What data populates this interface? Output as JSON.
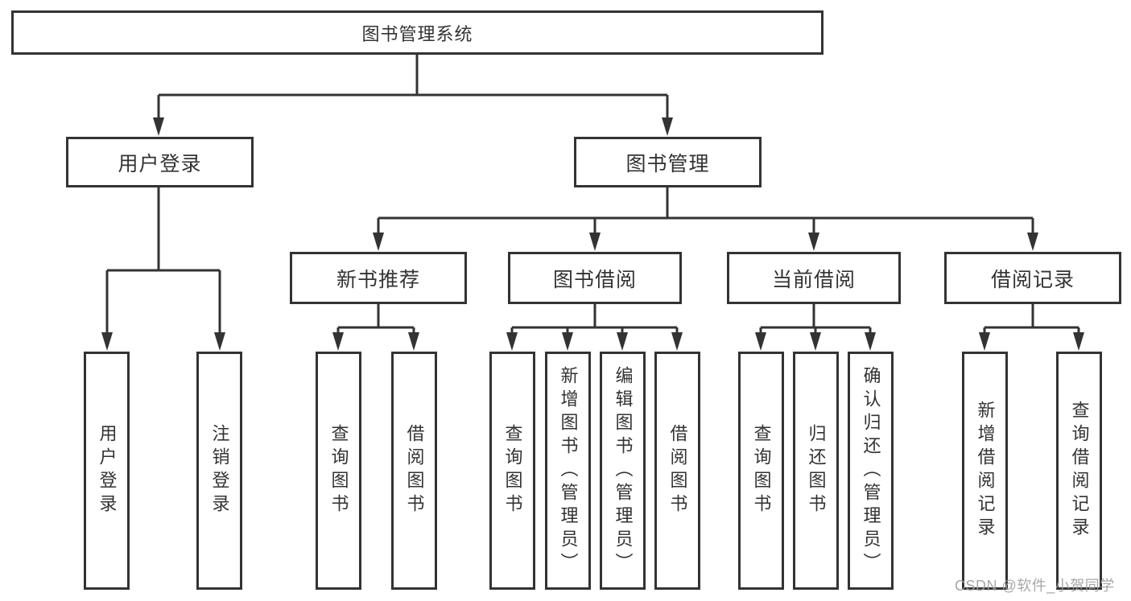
{
  "diagram": {
    "root": {
      "label": "图书管理系统"
    },
    "branches": [
      {
        "label": "用户登录",
        "children": [
          "用户登录",
          "注销登录"
        ]
      },
      {
        "label": "图书管理",
        "children": [
          {
            "label": "新书推荐",
            "children": [
              "查询图书",
              "借阅图书"
            ]
          },
          {
            "label": "图书借阅",
            "children": [
              "查询图书",
              "新增图书（管理员）",
              "编辑图书（管理员）",
              "借阅图书"
            ]
          },
          {
            "label": "当前借阅",
            "children": [
              "查询图书",
              "归还图书",
              "确认归还（管理员）"
            ]
          },
          {
            "label": "借阅记录",
            "children": [
              "新增借阅记录",
              "查询借阅记录"
            ]
          }
        ]
      }
    ]
  },
  "watermark": {
    "text": "CSDN @软件_小贺同学"
  },
  "colors": {
    "line": "#333333",
    "text": "#333333",
    "background": "#ffffff",
    "watermark": "#9e9e9e"
  }
}
